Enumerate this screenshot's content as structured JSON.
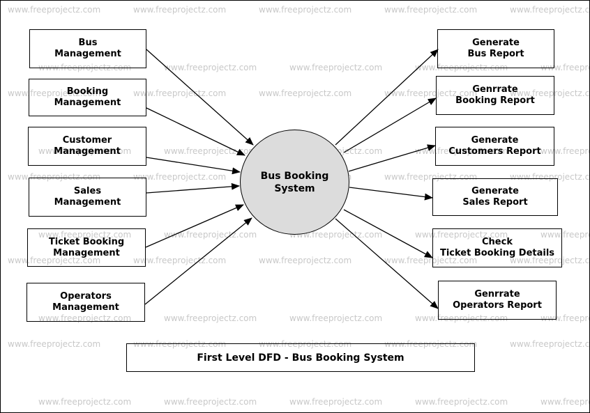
{
  "watermark": "www.freeprojectz.com",
  "process": {
    "label": "Bus Booking\nSystem",
    "fill": "#dcdcdc"
  },
  "inputs": [
    {
      "label": "Bus\nManagement"
    },
    {
      "label": "Booking\nManagement"
    },
    {
      "label": "Customer\nManagement"
    },
    {
      "label": "Sales\nManagement"
    },
    {
      "label": "Ticket Booking\nManagement"
    },
    {
      "label": "Operators\nManagement"
    }
  ],
  "outputs": [
    {
      "label": "Generate\nBus Report"
    },
    {
      "label": "Genrrate\nBooking Report"
    },
    {
      "label": "Generate\nCustomers Report"
    },
    {
      "label": "Generate\nSales Report"
    },
    {
      "label": "Check\nTicket Booking Details"
    },
    {
      "label": "Genrrate\nOperators Report"
    }
  ],
  "caption": "First Level DFD - Bus Booking System"
}
